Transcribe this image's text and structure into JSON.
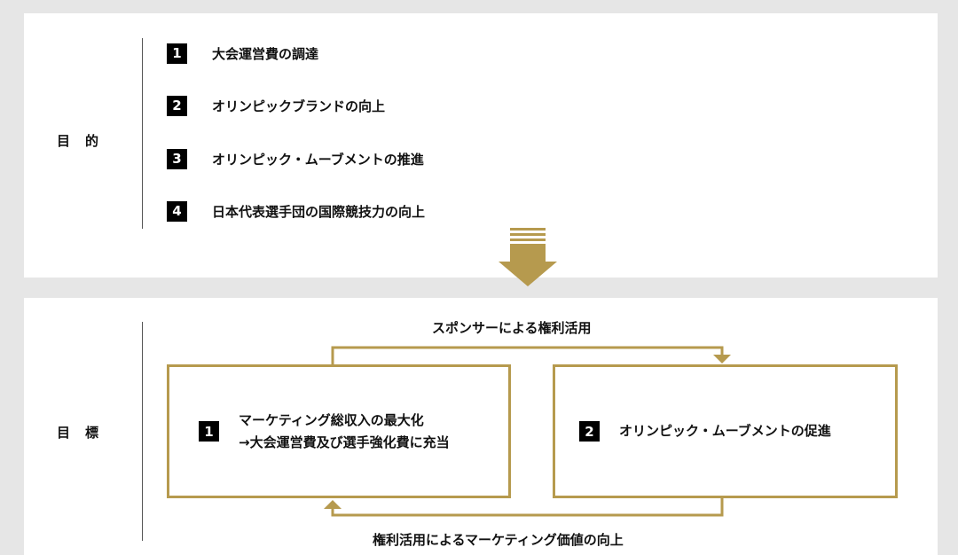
{
  "purpose": {
    "label": "目　的",
    "items": [
      {
        "num": "1",
        "text": "大会運営費の調達"
      },
      {
        "num": "2",
        "text": "オリンピックブランドの向上"
      },
      {
        "num": "3",
        "text": "オリンピック・ムーブメントの推進"
      },
      {
        "num": "4",
        "text": "日本代表選手団の国際競技力の向上"
      }
    ]
  },
  "goals": {
    "label": "目　標",
    "box1": {
      "num": "1",
      "line1": "マーケティング総収入の最大化",
      "line2": "→大会運営費及び選手強化費に充当"
    },
    "box2": {
      "num": "2",
      "text": "オリンピック・ムーブメントの促進"
    },
    "flow_top": "スポンサーによる権利活用",
    "flow_bottom": "権利活用によるマーケティング価値の向上"
  },
  "colors": {
    "accent": "#b69a4e",
    "badge": "#000000",
    "background": "#e6e6e6",
    "panel": "#ffffff"
  },
  "icons": {
    "down_arrow": "down-arrow-icon",
    "arrow_right_down": "flow-arrow-icon",
    "arrow_left_up": "flow-arrow-icon"
  }
}
